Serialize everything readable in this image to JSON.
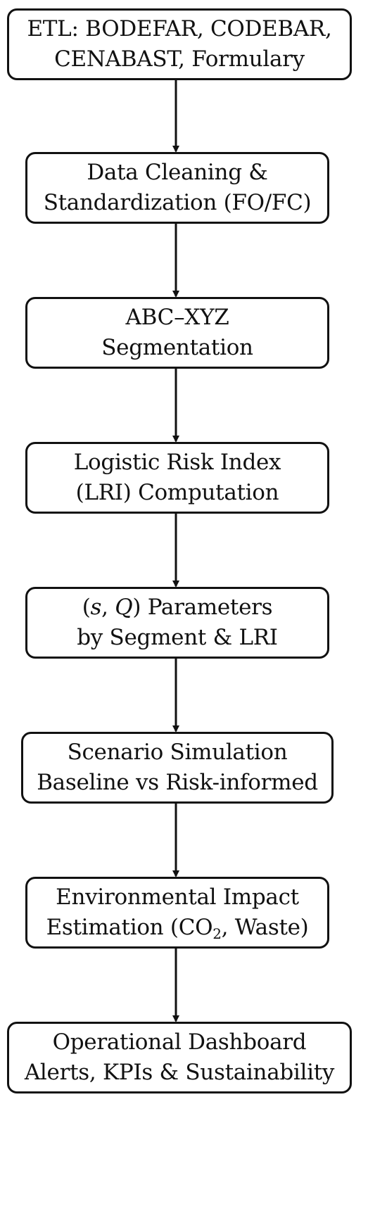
{
  "steps": [
    {
      "id": "etl",
      "lines": [
        "ETL: BODEFAR, CODEBAR,",
        "CENABAST, Formulary"
      ]
    },
    {
      "id": "cleaning",
      "lines": [
        "Data Cleaning &",
        "Standardization (FO/FC)"
      ]
    },
    {
      "id": "segmentation",
      "lines": [
        "ABC–XYZ",
        "Segmentation"
      ]
    },
    {
      "id": "lri",
      "lines": [
        "Logistic Risk Index",
        "(LRI) Computation"
      ]
    },
    {
      "id": "params",
      "math_s": "s",
      "math_q": "Q",
      "line1_suffix": " Parameters",
      "line2": "by Segment & LRI"
    },
    {
      "id": "simulation",
      "lines": [
        "Scenario Simulation",
        "Baseline vs Risk-informed"
      ]
    },
    {
      "id": "environment",
      "line1": "Environmental Impact",
      "line2_prefix": "Estimation (CO",
      "line2_sub": "2",
      "line2_suffix": ", Waste)"
    },
    {
      "id": "dashboard",
      "lines": [
        "Operational Dashboard",
        "Alerts, KPIs & Sustainability"
      ]
    }
  ]
}
